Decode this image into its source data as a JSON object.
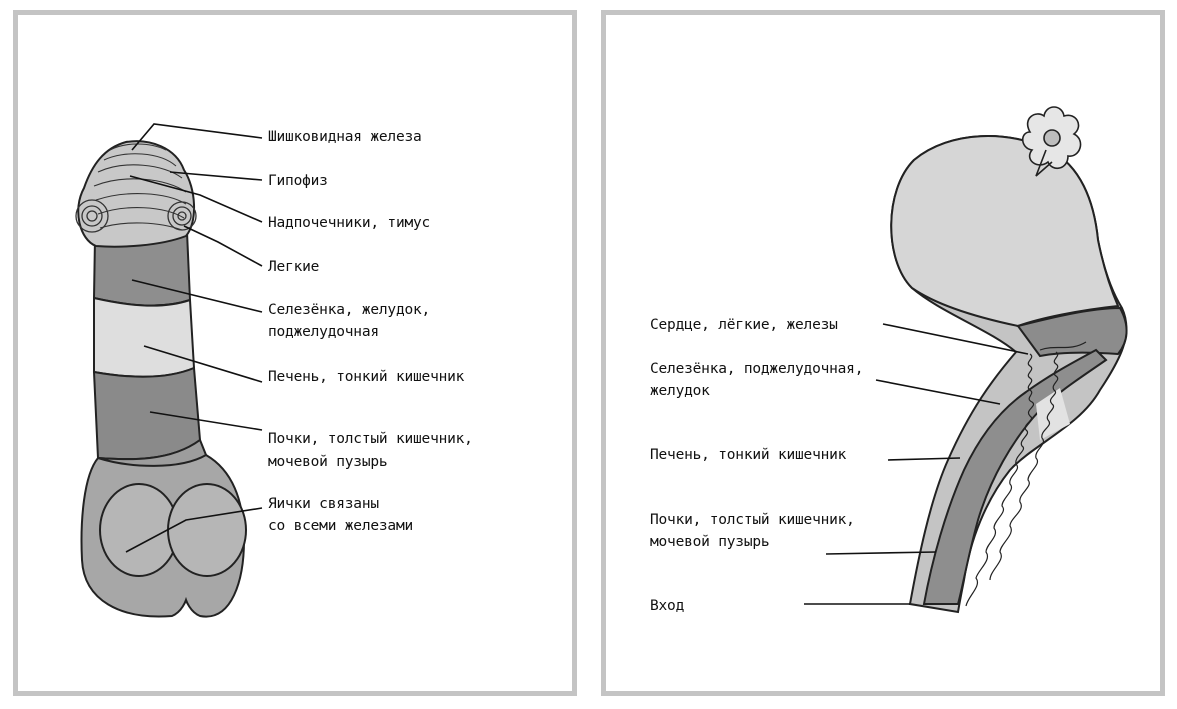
{
  "left_panel": {
    "labels": [
      "Шишковидная железа",
      "Гипофиз",
      "Надпочечники, тимус",
      "Легкие",
      "Селезёнка, желудок,",
      "поджелудочная",
      "Печень, тонкий кишечник",
      "Почки, толстый кишечник,",
      "мочевой пузырь",
      "Яички связаны",
      "со всеми железами"
    ]
  },
  "right_panel": {
    "labels": [
      "Сердце, лёгкие, железы",
      "Селезёнка, поджелудочная,",
      "желудок",
      "Печень, тонкий кишечник",
      "Почки, толстый кишечник,",
      "мочевой пузырь",
      "Вход"
    ]
  }
}
